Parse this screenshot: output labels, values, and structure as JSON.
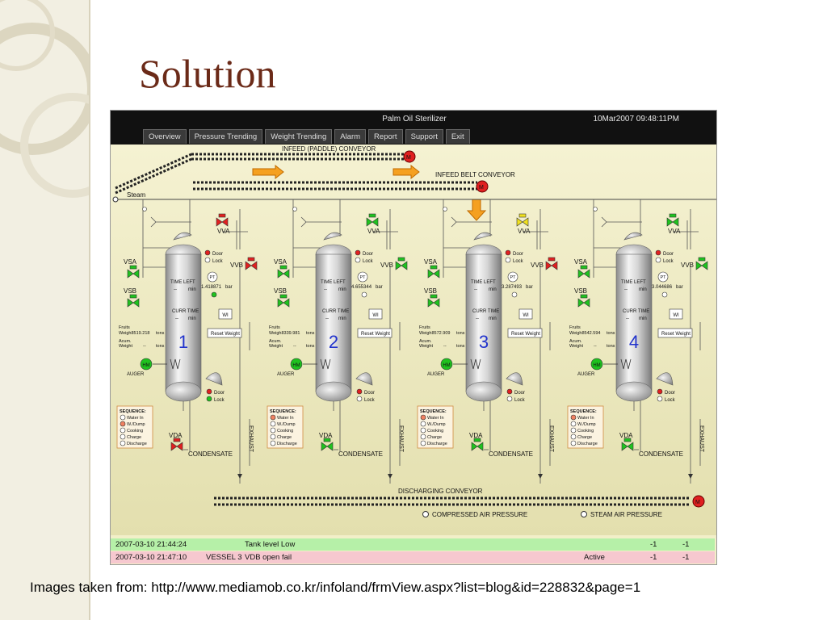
{
  "slide": {
    "title": "Solution",
    "caption": "Images taken from: http://www.mediamob.co.kr/infoland/frmView.aspx?list=blog&id=228832&page=1"
  },
  "hmi": {
    "app_title": "Palm Oil Sterilizer",
    "clock": "10Mar2007 09:48:11PM",
    "tabs": [
      "Overview",
      "Pressure Trending",
      "Weight Trending",
      "Alarm",
      "Report",
      "Support",
      "Exit"
    ],
    "labels": {
      "infeed_paddle": "INFEED (PADDLE) CONVEYOR",
      "infeed_belt": "INFEED BELT CONVEYOR",
      "steam": "Steam",
      "discharging": "DISCHARGING CONVEYOR",
      "compressed_air": "COMPRESSED AIR PRESSURE",
      "steam_air": "STEAM AIR PRESSURE",
      "motor": "M"
    },
    "common": {
      "door": "Door",
      "lock": "Lock",
      "time_left": "TIME LEFT",
      "curr_time": "CURR TIME",
      "dashes": "--",
      "min": "min",
      "bar": "bar",
      "pt": "PT",
      "wi": "WI",
      "reset_weight": "Reset Weight",
      "fruits": "Fruits",
      "weight_prefix": "Weigh",
      "tons": "tons",
      "acum": "Acum.",
      "weight": "Weight",
      "hm": "HM",
      "auger": "AUGER",
      "condensate": "CONDENSATE",
      "exhaust": "EXHAUST",
      "vsa": "VSA",
      "vsb": "VSB",
      "vva": "VVA",
      "vvb": "VVB",
      "vda": "VDA",
      "sequence_title": "SEQUENCE:",
      "sequence_items": [
        "Water In",
        "W./Dump",
        "Cooking",
        "Charge",
        "Discharge"
      ]
    },
    "vessels": [
      {
        "number": "1",
        "pressure": "1.418871",
        "weight": "8519.218"
      },
      {
        "number": "2",
        "pressure": "4.655344",
        "weight": "8339.981"
      },
      {
        "number": "3",
        "pressure": "3.287493",
        "weight": "8572.909"
      },
      {
        "number": "4",
        "pressure": "3.044686",
        "weight": "8542.594"
      }
    ],
    "alarms": [
      {
        "timestamp": "2007-03-10 21:44:24",
        "source": "",
        "message": "Tank level Low",
        "state": "",
        "v1": "-1",
        "v2": "-1"
      },
      {
        "timestamp": "2007-03-10 21:47:10",
        "source": "VESSEL 3",
        "message": "VDB open fail",
        "state": "Active",
        "v1": "-1",
        "v2": "-1"
      }
    ],
    "colors": {
      "header": "#111111",
      "background": "#f2efc8",
      "valve_green": "#1fc21f",
      "valve_red": "#e02020",
      "valve_yellow": "#f0e020",
      "vessel_number": "#2233cc",
      "alarm_ok": "#b6f0a8",
      "alarm_active": "#f6c8cf",
      "arrow": "#f5a020"
    }
  }
}
